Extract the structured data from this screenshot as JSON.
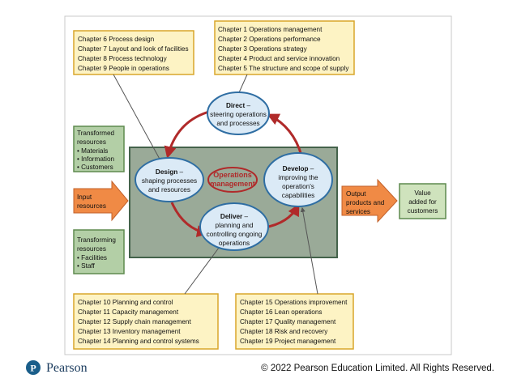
{
  "chapter_boxes": {
    "top_left": [
      "Chapter 6 Process design",
      "Chapter 7 Layout and look of facilities",
      "Chapter 8 Process technology",
      "Chapter 9 People in operations"
    ],
    "top_right": [
      "Chapter 1 Operations management",
      "Chapter 2 Operations performance",
      "Chapter 3 Operations strategy",
      "Chapter 4 Product and service innovation",
      "Chapter 5 The structure and scope of supply"
    ],
    "bottom_left": [
      "Chapter 10 Planning and control",
      "Chapter 11 Capacity management",
      "Chapter 12 Supply chain management",
      "Chapter 13 Inventory management",
      "Chapter 14 Planning and control systems"
    ],
    "bottom_right": [
      "Chapter 15 Operations improvement",
      "Chapter 16 Lean operations",
      "Chapter 17 Quality management",
      "Chapter 18 Risk and recovery",
      "Chapter 19 Project management"
    ]
  },
  "transformed": {
    "lines": [
      "Transformed",
      "resources"
    ],
    "items": [
      "• Materials",
      "• Information",
      "• Customers"
    ]
  },
  "transforming": {
    "lines": [
      "Transforming",
      "resources"
    ],
    "items": [
      "• Facilities",
      "• Staff"
    ]
  },
  "input_arrow": [
    "Input",
    "resources"
  ],
  "output_arrow": [
    "Output",
    "products and",
    "services"
  ],
  "value_box": [
    "Value",
    "added for",
    "customers"
  ],
  "activities": {
    "direct": {
      "title": "Direct",
      "rest": [
        "steering operations",
        "and processes"
      ]
    },
    "design": {
      "title": "Design",
      "rest": [
        "shaping processes",
        "and resources"
      ]
    },
    "develop": {
      "title": "Develop",
      "rest": [
        "improving the",
        "operation's",
        "capabilities"
      ]
    },
    "deliver": {
      "title": "Deliver",
      "rest": [
        "planning and",
        "controlling ongoing",
        "operations"
      ]
    }
  },
  "center_label": [
    "Operations",
    "management"
  ],
  "brand": "Pearson",
  "copyright": "© 2022 Pearson Education Limited. All Rights Reserved.",
  "colors": {
    "chapter_fill": "#fdf3c4",
    "chapter_border": "#d9a62b",
    "green_fill": "#b3cfa6",
    "green_border": "#5e8a4f",
    "panel_fill": "#9aaa98",
    "panel_border": "#44634b",
    "oval_fill": "#dbeaf6",
    "oval_border": "#2f6ea3",
    "arrow_red": "#b02a2a",
    "orange_fill": "#f08a45",
    "value_fill": "#cfe3bd",
    "brand_blue": "#1a5e8a"
  }
}
